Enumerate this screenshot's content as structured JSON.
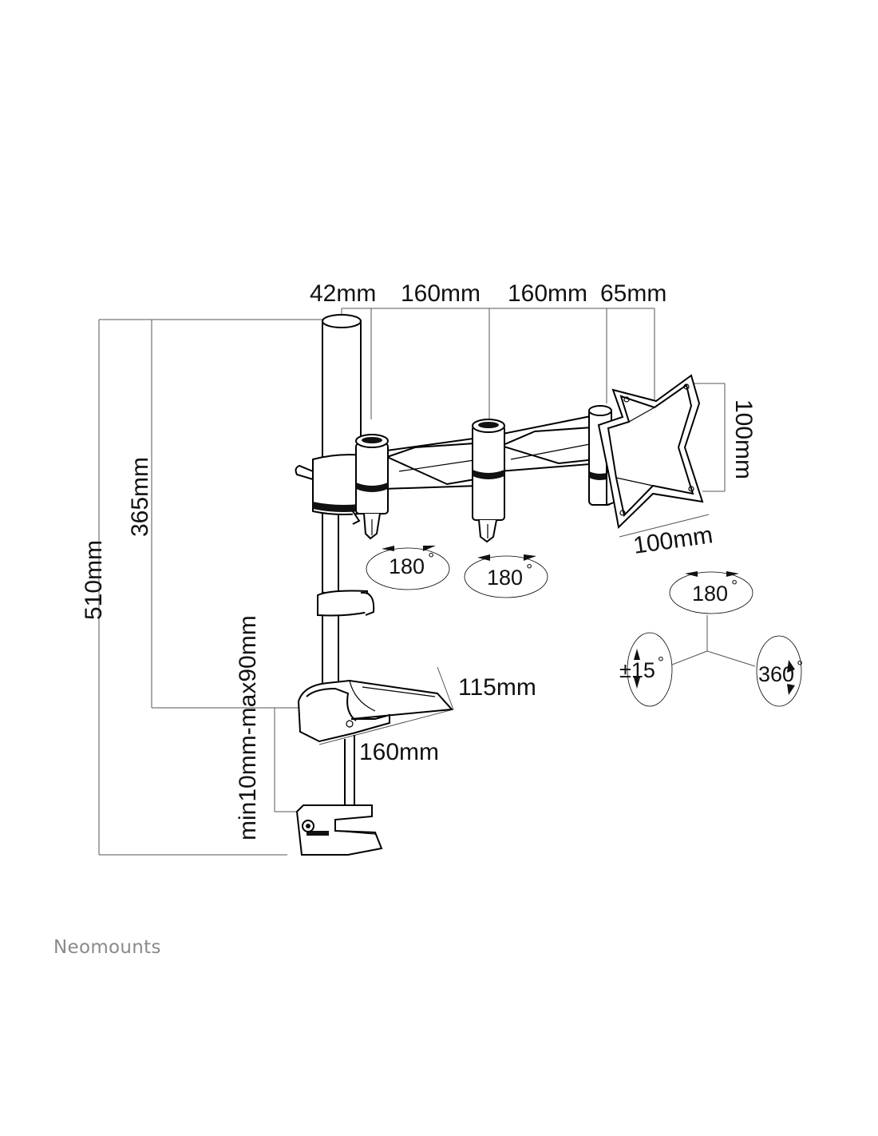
{
  "labels": {
    "arm_offset": "42mm",
    "arm_1": "160mm",
    "arm_2": "160mm",
    "head_depth": "65mm",
    "vesa_height": "100mm",
    "vesa_width": "100mm",
    "total_height": "510mm",
    "arm_height": "365mm",
    "desk_thickness": "min10mm-max90mm",
    "base_width": "115mm",
    "base_depth": "160mm"
  },
  "rotations": {
    "arm_1": {
      "value": "180",
      "unit": "°"
    },
    "arm_2": {
      "value": "180",
      "unit": "°"
    },
    "swivel": {
      "value": "180",
      "unit": "°"
    },
    "tilt": {
      "value": "±15",
      "unit": "°"
    },
    "rotate": {
      "value": "360",
      "unit": "°"
    }
  },
  "brand": "Neomounts",
  "colors": {
    "line": "#000000",
    "text": "#111111",
    "brand": "#8a8a8a"
  }
}
